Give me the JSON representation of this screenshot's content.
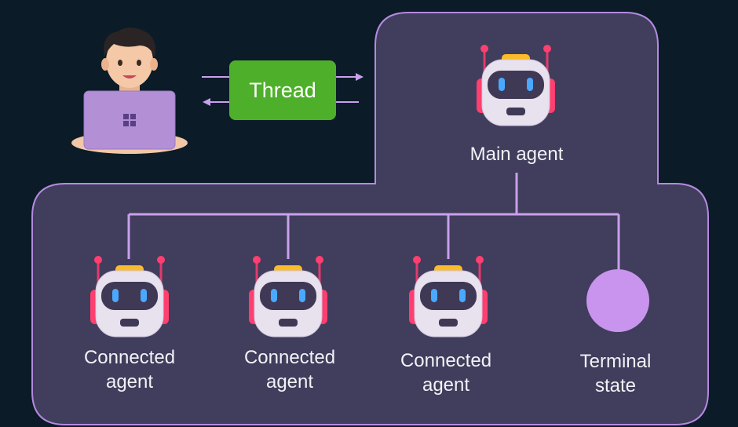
{
  "colors": {
    "background": "#0b1b27",
    "panel_fill": "#413d5c",
    "panel_stroke": "#b48ae0",
    "connector": "#c9a0ec",
    "thread_fill": "#4eb02a",
    "terminal_fill": "#c994ee"
  },
  "thread": {
    "label": "Thread"
  },
  "user": {
    "icon": "user-with-laptop-icon"
  },
  "main_agent": {
    "label": "Main agent",
    "icon": "robot-icon"
  },
  "nodes": [
    {
      "line1": "Connected",
      "line2": "agent",
      "icon": "robot-icon"
    },
    {
      "line1": "Connected",
      "line2": "agent",
      "icon": "robot-icon"
    },
    {
      "line1": "Connected",
      "line2": "agent",
      "icon": "robot-icon"
    },
    {
      "line1": "Terminal",
      "line2": "state",
      "icon": "circle-icon"
    }
  ]
}
